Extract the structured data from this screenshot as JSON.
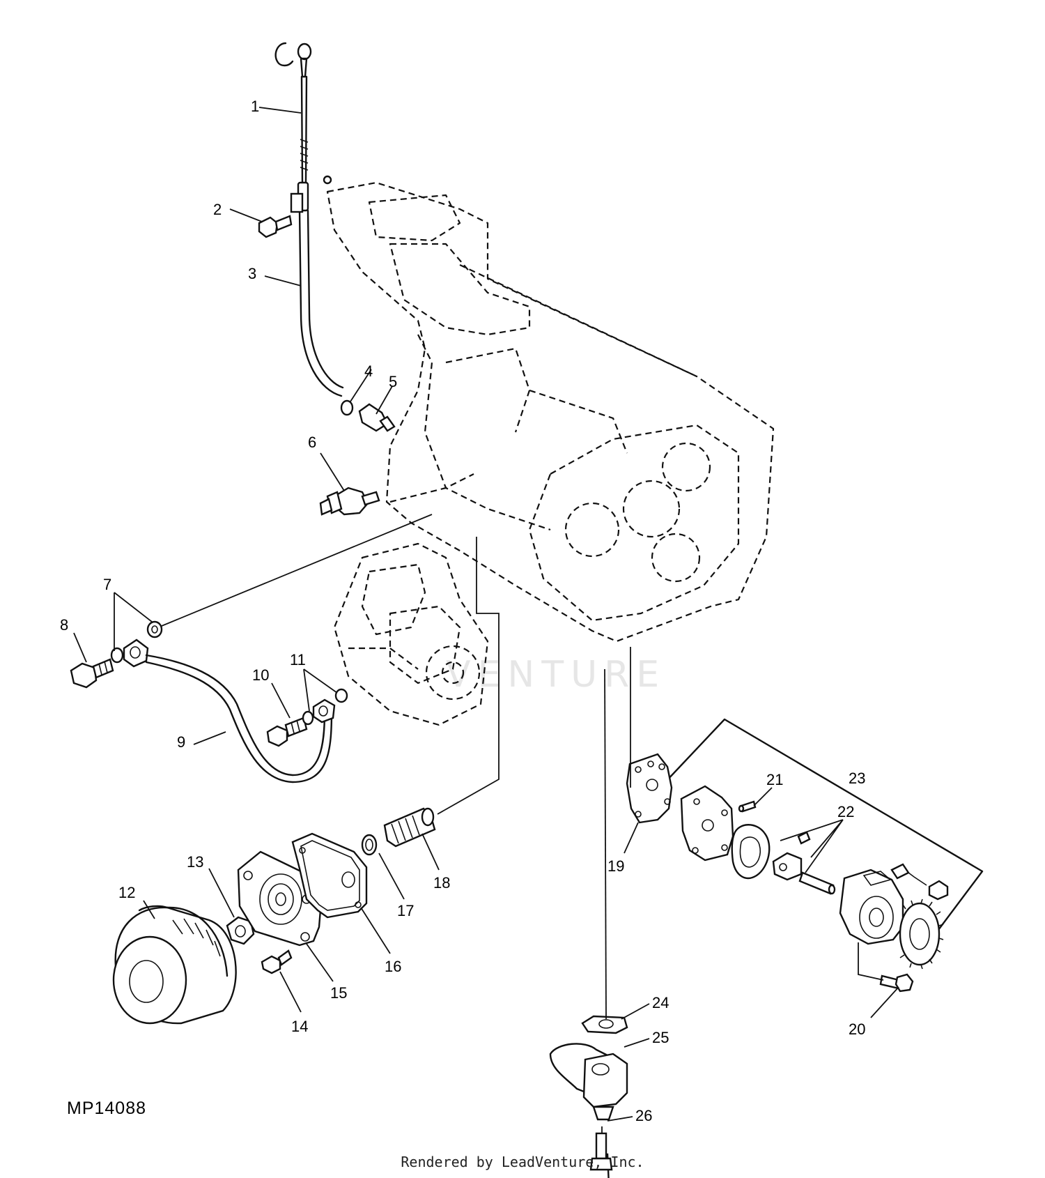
{
  "figure_code": "MP14088",
  "credit": "Rendered by LeadVenture, Inc.",
  "watermark": "VENTURE",
  "callouts": [
    "1",
    "2",
    "3",
    "4",
    "5",
    "6",
    "7",
    "8",
    "9",
    "10",
    "11",
    "12",
    "13",
    "14",
    "15",
    "16",
    "17",
    "18",
    "19",
    "20",
    "21",
    "22",
    "23",
    "24",
    "25",
    "26"
  ]
}
